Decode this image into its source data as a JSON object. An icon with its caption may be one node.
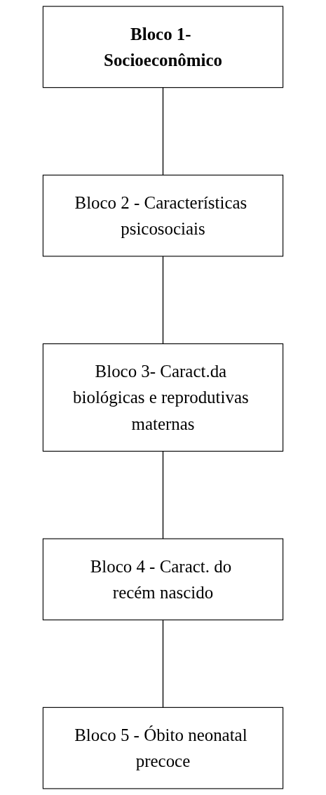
{
  "diagram": {
    "nodes": [
      {
        "text": [
          "Bloco 1- Socioeconômico"
        ]
      },
      {
        "text": [
          "Bloco 2 - Características psicosociais"
        ]
      },
      {
        "text": [
          "Bloco 3- Caract.da biológicas e reprodutivas maternas"
        ]
      },
      {
        "text": [
          "Bloco 4 - Caract. do recém nascido"
        ]
      },
      {
        "text": [
          "Bloco 5 - Óbito neonatal precoce"
        ]
      }
    ],
    "edges": [
      {
        "from": 0,
        "to": 1,
        "arrow": "none"
      },
      {
        "from": 1,
        "to": 2,
        "arrow": "none"
      },
      {
        "from": 2,
        "to": 3,
        "arrow": "none"
      },
      {
        "from": 3,
        "to": 4,
        "arrow": "none"
      }
    ]
  }
}
